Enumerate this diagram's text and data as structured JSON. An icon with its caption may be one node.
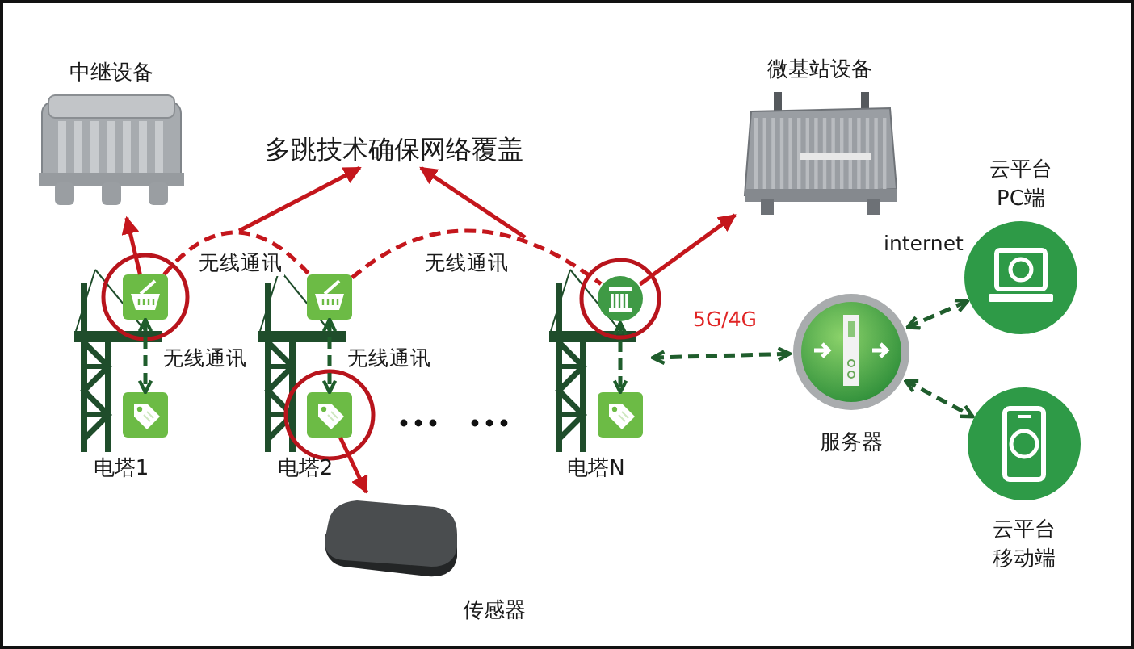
{
  "diagram": {
    "nodes": [
      {
        "text": [
          "中继设备"
        ]
      },
      {
        "text": [
          "多跳技术确保网络覆盖"
        ]
      },
      {
        "text": [
          "微基站设备"
        ]
      },
      {
        "text": [
          "电塔1"
        ]
      },
      {
        "text": [],
        "shape": "picture",
        "in": 3
      },
      {
        "text": [],
        "shape": "picture",
        "in": 3
      },
      {
        "text": [
          "电塔2"
        ]
      },
      {
        "text": [],
        "shape": "picture",
        "in": 6
      },
      {
        "text": [],
        "shape": "picture",
        "in": 6
      },
      {
        "text": [
          "电塔N"
        ]
      },
      {
        "text": [],
        "shape": "picture",
        "in": 9
      },
      {
        "text": [],
        "shape": "picture",
        "in": 9
      },
      {
        "text": [
          "服务器"
        ]
      },
      {
        "text": [
          "云平台PC端"
        ]
      },
      {
        "text": [
          "云平台移动端"
        ]
      },
      {
        "text": [
          "传感器"
        ]
      }
    ],
    "edges": [
      {
        "from": 4,
        "to": 0,
        "arrow": "to"
      },
      {
        "from": null,
        "to": 1,
        "arrow": "to"
      },
      {
        "from": null,
        "to": 1,
        "arrow": "to"
      },
      {
        "from": 4,
        "to": 5,
        "arrow": "both",
        "label": "无线通讯",
        "style": "dashed",
        "color": "#1f5d2c"
      },
      {
        "from": 4,
        "to": 7,
        "arrow": "none",
        "label": "无线通讯",
        "style": "dashed"
      },
      {
        "from": 7,
        "to": 8,
        "arrow": "both",
        "label": "无线通讯",
        "style": "dashed",
        "color": "#1f5d2c"
      },
      {
        "from": 7,
        "to": 10,
        "arrow": "none",
        "label": "无线通讯",
        "style": "dashed"
      },
      {
        "from": 10,
        "to": 11,
        "arrow": "both",
        "style": "dashed",
        "color": "#1f5d2c"
      },
      {
        "from": 10,
        "to": 2,
        "arrow": "to"
      },
      {
        "from": 8,
        "to": 15,
        "arrow": "to"
      },
      {
        "from": 9,
        "to": 12,
        "arrow": "both",
        "label": "5G/4G",
        "style": "dashed",
        "color": "#1f5d2c"
      },
      {
        "from": 12,
        "to": 13,
        "arrow": "both",
        "label": "internet",
        "style": "dashed",
        "color": "#1f5d2c"
      },
      {
        "from": 12,
        "to": 14,
        "arrow": "both",
        "style": "dashed",
        "color": "#1f5d2c"
      }
    ]
  }
}
